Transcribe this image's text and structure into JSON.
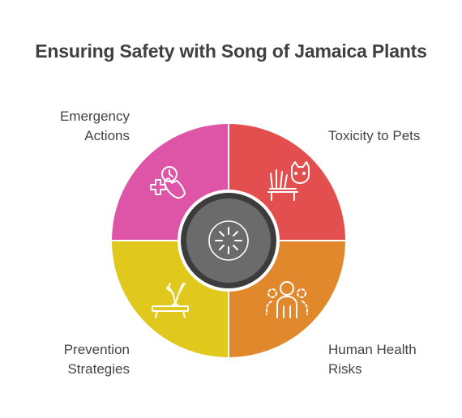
{
  "title": "Ensuring Safety with Song of Jamaica Plants",
  "quadrants": [
    {
      "position": "top-left",
      "label_lines": [
        "Emergency",
        "Actions"
      ],
      "color": "#de55a8",
      "icon": "emergency-phone-icon"
    },
    {
      "position": "top-right",
      "label_lines": [
        "Toxicity to Pets"
      ],
      "color": "#e34f4f",
      "icon": "cat-plant-icon"
    },
    {
      "position": "bottom-left",
      "label_lines": [
        "Prevention",
        "Strategies"
      ],
      "color": "#e1c81d",
      "icon": "plant-pot-icon"
    },
    {
      "position": "bottom-right",
      "label_lines": [
        "Human Health",
        "Risks"
      ],
      "color": "#e2882c",
      "icon": "people-group-icon"
    }
  ],
  "center": {
    "color": "#6b6b6b",
    "ring_color": "#3c3c3c",
    "icon": "burst-icon"
  }
}
